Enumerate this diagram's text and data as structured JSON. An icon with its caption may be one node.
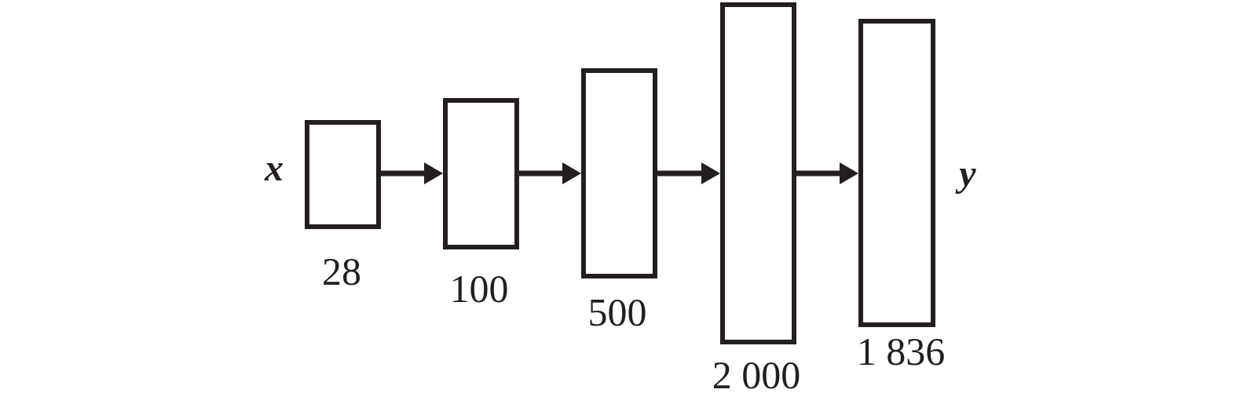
{
  "diagram": {
    "nodes": [
      {
        "text": [],
        "shape": "box",
        "beside": [
          "28"
        ]
      },
      {
        "text": [],
        "shape": "box",
        "beside": [
          "100"
        ]
      },
      {
        "text": [],
        "shape": "box",
        "beside": [
          "500"
        ]
      },
      {
        "text": [],
        "shape": "box",
        "beside": [
          "2 000"
        ]
      },
      {
        "text": [],
        "shape": "box",
        "beside": [
          "1 836"
        ]
      }
    ],
    "edges": [
      {
        "from": 0,
        "to": 1,
        "arrow": "to"
      },
      {
        "from": 1,
        "to": 2,
        "arrow": "to"
      },
      {
        "from": 2,
        "to": 3,
        "arrow": "to"
      },
      {
        "from": 3,
        "to": 4,
        "arrow": "to"
      }
    ],
    "labels": [
      "x",
      "y"
    ]
  }
}
